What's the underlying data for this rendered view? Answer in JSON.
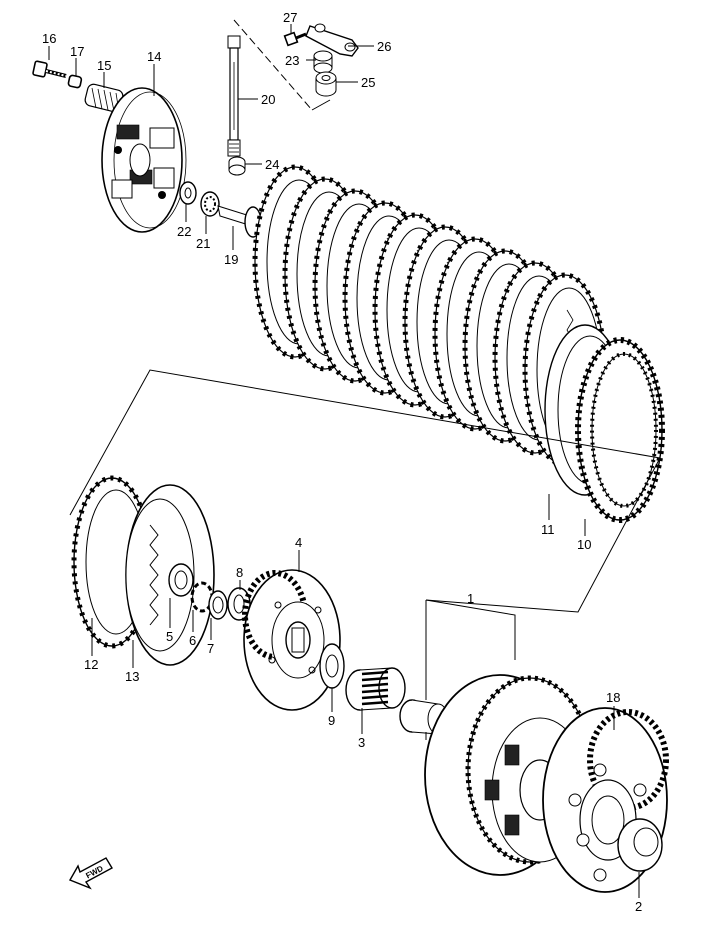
{
  "diagram": {
    "fwd_label": "FWD",
    "callouts": [
      {
        "id": "p16",
        "text": "16"
      },
      {
        "id": "p17",
        "text": "17"
      },
      {
        "id": "p15",
        "text": "15"
      },
      {
        "id": "p14",
        "text": "14"
      },
      {
        "id": "p27",
        "text": "27"
      },
      {
        "id": "p26",
        "text": "26"
      },
      {
        "id": "p23",
        "text": "23"
      },
      {
        "id": "p25",
        "text": "25"
      },
      {
        "id": "p20",
        "text": "20"
      },
      {
        "id": "p24",
        "text": "24"
      },
      {
        "id": "p22",
        "text": "22"
      },
      {
        "id": "p21",
        "text": "21"
      },
      {
        "id": "p19",
        "text": "19"
      },
      {
        "id": "p11",
        "text": "11"
      },
      {
        "id": "p10",
        "text": "10"
      },
      {
        "id": "p4",
        "text": "4"
      },
      {
        "id": "p8",
        "text": "8"
      },
      {
        "id": "p1",
        "text": "1"
      },
      {
        "id": "p5",
        "text": "5"
      },
      {
        "id": "p6",
        "text": "6"
      },
      {
        "id": "p7",
        "text": "7"
      },
      {
        "id": "p12",
        "text": "12"
      },
      {
        "id": "p13",
        "text": "13"
      },
      {
        "id": "p9",
        "text": "9"
      },
      {
        "id": "p3",
        "text": "3"
      },
      {
        "id": "p18",
        "text": "18"
      },
      {
        "id": "p2",
        "text": "2"
      }
    ]
  }
}
